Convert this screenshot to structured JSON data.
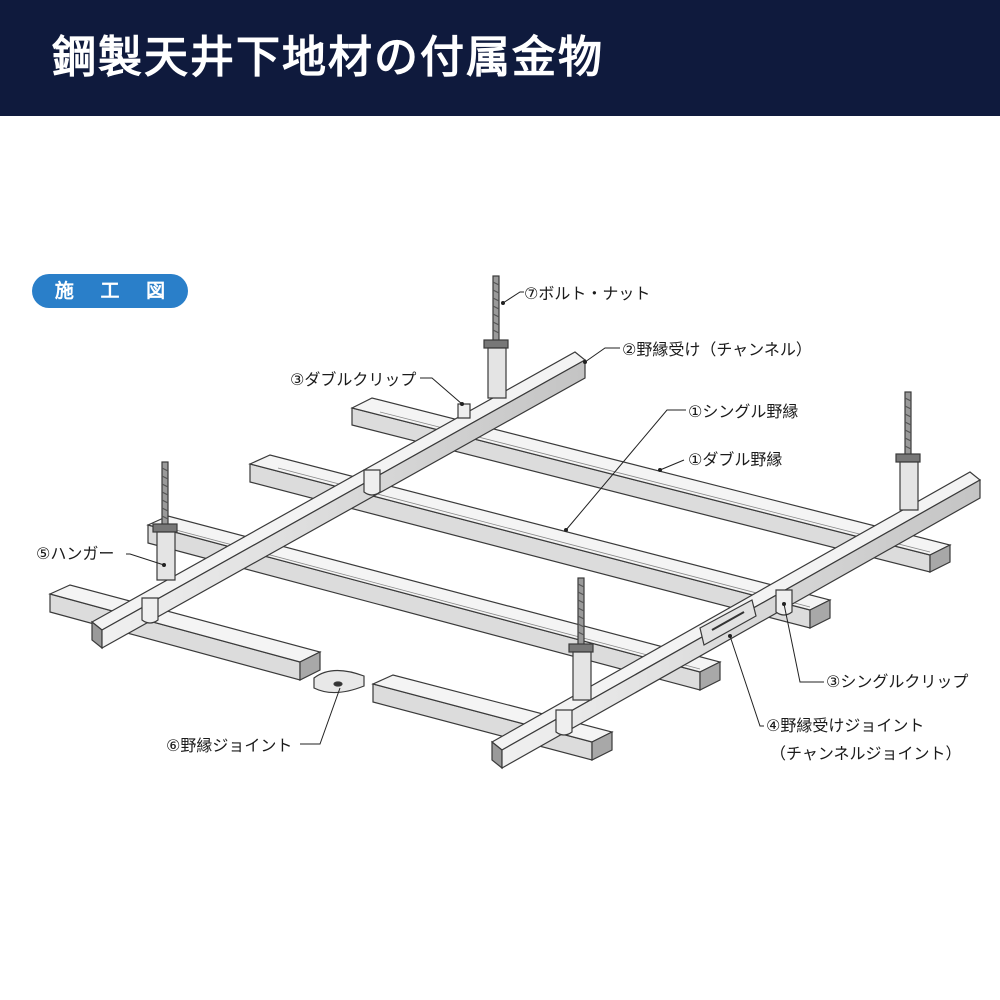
{
  "header": {
    "title": "鋼製天井下地材の付属金物"
  },
  "badge": {
    "label": "施 工 図"
  },
  "labels": {
    "bolt_nut": "⑦ボルト・ナット",
    "channel": "②野縁受け（チャンネル）",
    "double_clip": "③ダブルクリップ",
    "single_nobuchi": "①シングル野縁",
    "double_nobuchi": "①ダブル野縁",
    "hanger": "⑤ハンガー",
    "single_clip": "③シングルクリップ",
    "channel_joint_1": "④野縁受けジョイント",
    "channel_joint_2": "（チャンネルジョイント）",
    "nobuchi_joint": "⑥野縁ジョイント"
  },
  "colors": {
    "header_bg": "#0f1a3d",
    "badge_bg": "#2a7fc9",
    "steel_light": "#e6e6e6",
    "steel_mid": "#c9c9c9",
    "steel_dark": "#8a8a8a",
    "outline": "#3a3a3a"
  }
}
